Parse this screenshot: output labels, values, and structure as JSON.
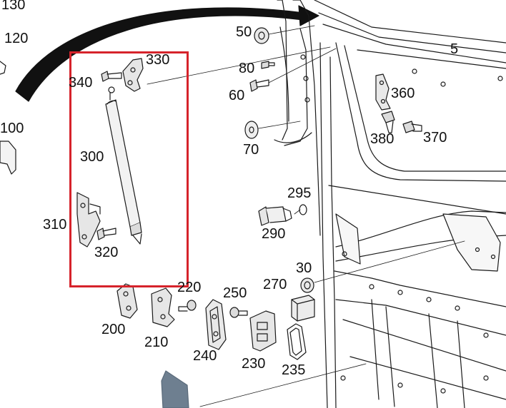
{
  "highlight_color": "#d6232b",
  "line_color": "#1a1a1a",
  "labels": {
    "p130": "130",
    "p120": "120",
    "p100": "100",
    "p340": "340",
    "p330": "330",
    "p300": "300",
    "p310": "310",
    "p320": "320",
    "p50": "50",
    "p80": "80",
    "p60": "60",
    "p70": "70",
    "p5": "5",
    "p360": "360",
    "p380": "380",
    "p370": "370",
    "p295": "295",
    "p290": "290",
    "p30": "30",
    "p270": "270",
    "p220": "220",
    "p250": "250",
    "p200": "200",
    "p210": "210",
    "p240": "240",
    "p230": "230",
    "p235": "235"
  }
}
